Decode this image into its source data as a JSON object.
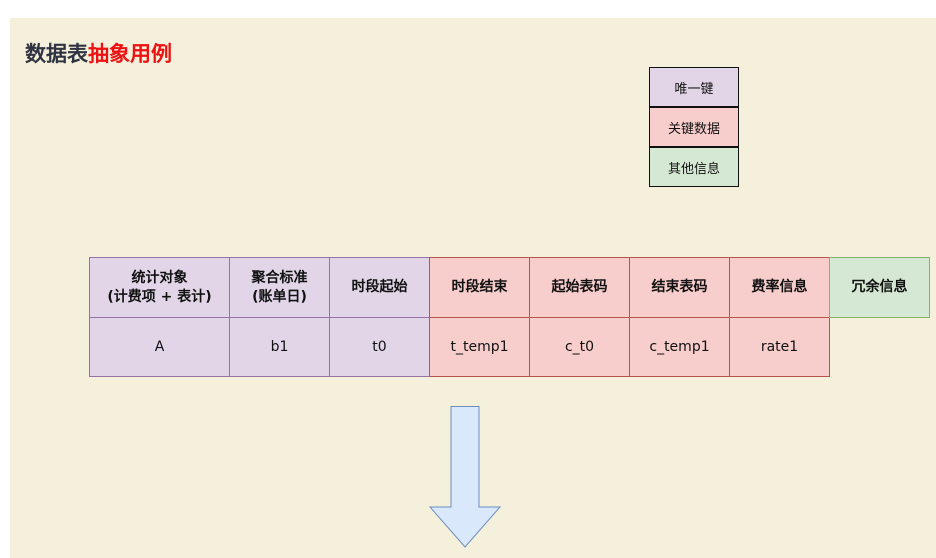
{
  "title": {
    "part1": "数据表",
    "part2": "抽象用例"
  },
  "legend": [
    {
      "label": "唯一键",
      "color": "purple"
    },
    {
      "label": "关键数据",
      "color": "red"
    },
    {
      "label": "其他信息",
      "color": "green"
    }
  ],
  "table": {
    "columns": [
      {
        "header": "统计对象\n(计费项 + 表计)",
        "value": "A",
        "color": "purple"
      },
      {
        "header": "聚合标准\n(账单日)",
        "value": "b1",
        "color": "purple"
      },
      {
        "header": "时段起始",
        "value": "t0",
        "color": "purple"
      },
      {
        "header": "时段结束",
        "value": "t_temp1",
        "color": "red"
      },
      {
        "header": "起始表码",
        "value": "c_t0",
        "color": "red"
      },
      {
        "header": "结束表码",
        "value": "c_temp1",
        "color": "red"
      },
      {
        "header": "费率信息",
        "value": "rate1",
        "color": "red"
      },
      {
        "header": "冗余信息",
        "value": null,
        "color": "green"
      }
    ]
  },
  "colors": {
    "purple": "#e1d5e7",
    "red": "#f8cecc",
    "green": "#d5e8d4",
    "arrow": "#dae8fc"
  }
}
